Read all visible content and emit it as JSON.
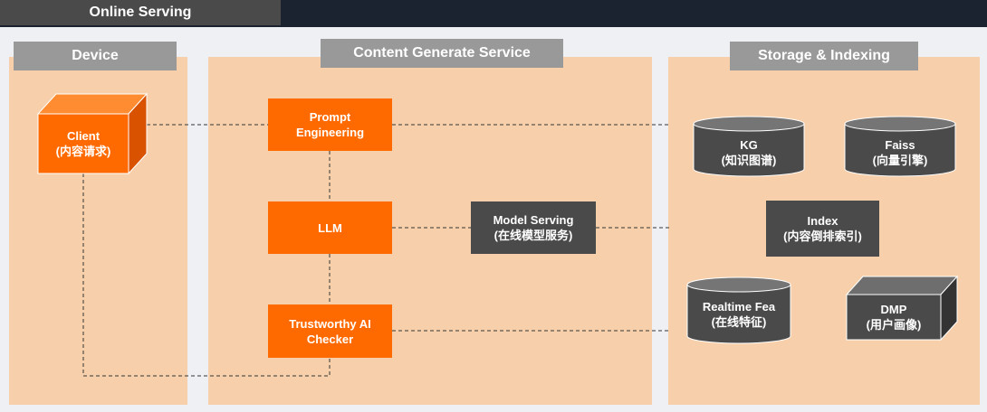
{
  "header": {
    "tab": "Online Serving"
  },
  "sections": {
    "device": "Device",
    "content": "Content Generate Service",
    "storage": "Storage & Indexing"
  },
  "nodes": {
    "client": {
      "line1": "Client",
      "line2": "(内容请求)"
    },
    "prompt": {
      "line1": "Prompt",
      "line2": "Engineering"
    },
    "llm": {
      "line1": "LLM"
    },
    "checker": {
      "line1": "Trustworthy AI",
      "line2": "Checker"
    },
    "model_serving": {
      "line1": "Model Serving",
      "line2": "(在线模型服务)"
    },
    "kg": {
      "line1": "KG",
      "line2": "(知识图谱)"
    },
    "faiss": {
      "line1": "Faiss",
      "line2": "(向量引擎)"
    },
    "index": {
      "line1": "Index",
      "line2": "(内容倒排索引)"
    },
    "realtime": {
      "line1": "Realtime Fea",
      "line2": "(在线特征)"
    },
    "dmp": {
      "line1": "DMP",
      "line2": "(用户画像)"
    }
  },
  "colors": {
    "accent": "#ff6a00",
    "panel": "#f7d0ab",
    "dark_node": "#4a4a4a",
    "label_grey": "#999999",
    "header": "#1b2230"
  }
}
